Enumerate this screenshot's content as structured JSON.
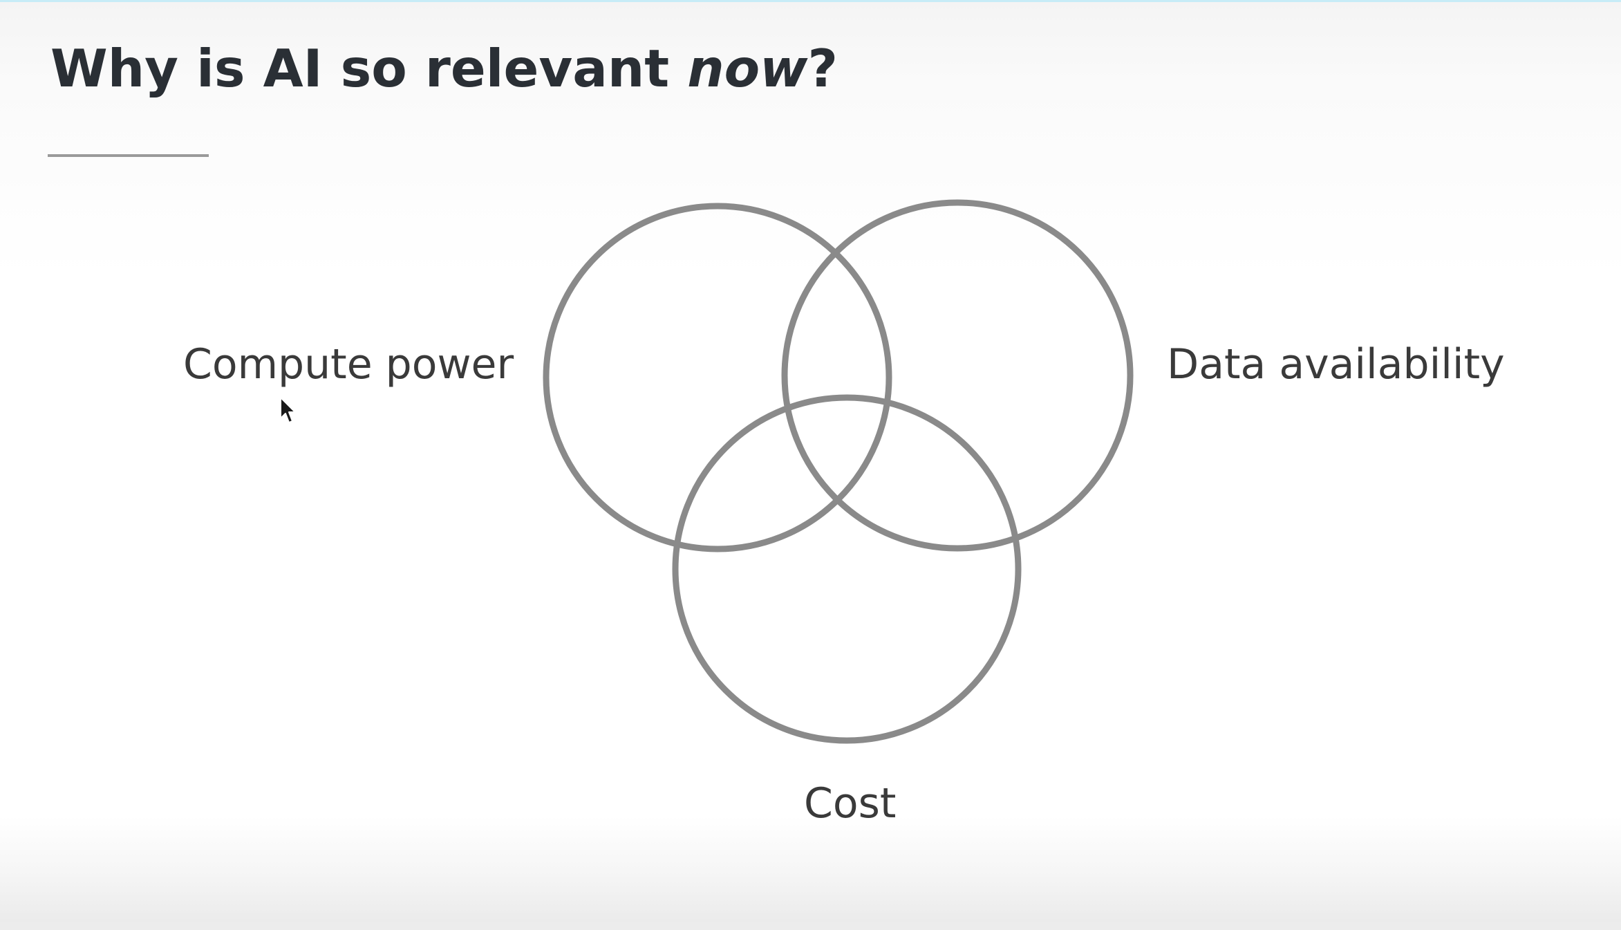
{
  "slide": {
    "title_main": "Why is AI so relevant ",
    "title_emphasis": "now",
    "title_end": "?"
  },
  "venn": {
    "labels": {
      "left": "Compute power",
      "right": "Data availability",
      "bottom": "Cost"
    },
    "circle_color": "#8a8a8a"
  },
  "cursor": {
    "icon": "arrow-pointer-icon"
  }
}
